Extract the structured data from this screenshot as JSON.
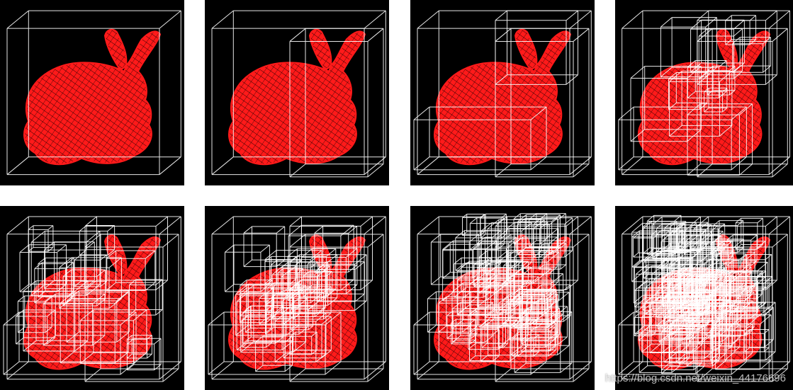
{
  "figure": {
    "panel_count": 8,
    "background_color": "#000000",
    "mesh_color": "#ff1a1a",
    "box_color": "#ffffff",
    "panels": [
      {
        "subdivision_level": 0
      },
      {
        "subdivision_level": 1
      },
      {
        "subdivision_level": 2
      },
      {
        "subdivision_level": 3
      },
      {
        "subdivision_level": 4
      },
      {
        "subdivision_level": 5
      },
      {
        "subdivision_level": 6
      },
      {
        "subdivision_level": 7
      }
    ]
  },
  "watermark": {
    "text": "https://blog.csdn.net/weixin_44176696"
  }
}
